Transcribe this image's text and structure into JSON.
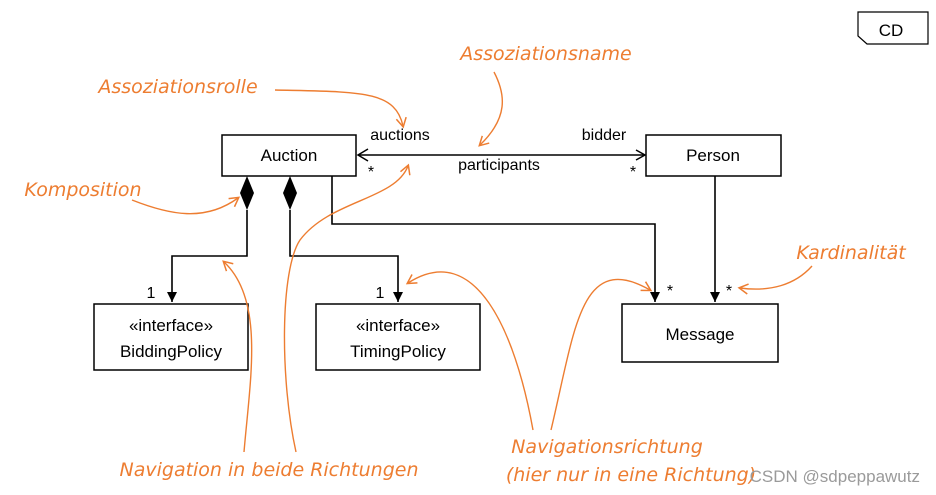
{
  "tag": "CD",
  "classes": {
    "auction": "Auction",
    "person": "Person",
    "message": "Message",
    "bidding_stereotype": "«interface»",
    "bidding_name": "BiddingPolicy",
    "timing_stereotype": "«interface»",
    "timing_name": "TimingPolicy"
  },
  "association": {
    "role_left": "auctions",
    "role_right": "bidder",
    "name": "participants",
    "mult_left": "*",
    "mult_right": "*"
  },
  "multiplicities": {
    "bidding": "1",
    "timing": "1",
    "msg_from_auction": "*",
    "msg_from_person": "*"
  },
  "annotations": {
    "assoziationsname": "Assoziationsname",
    "assoziationsrolle": "Assoziationsrolle",
    "komposition": "Komposition",
    "kardinalitaet": "Kardinalität",
    "navigation_beide": "Navigation in beide Richtungen",
    "navigationsrichtung": "Navigationsrichtung",
    "navigationsrichtung_note": "(hier nur in eine Richtung)"
  },
  "colors": {
    "annotation": "#ED7D31",
    "line": "#000000"
  },
  "watermark": "CSDN @sdpeppawutz"
}
